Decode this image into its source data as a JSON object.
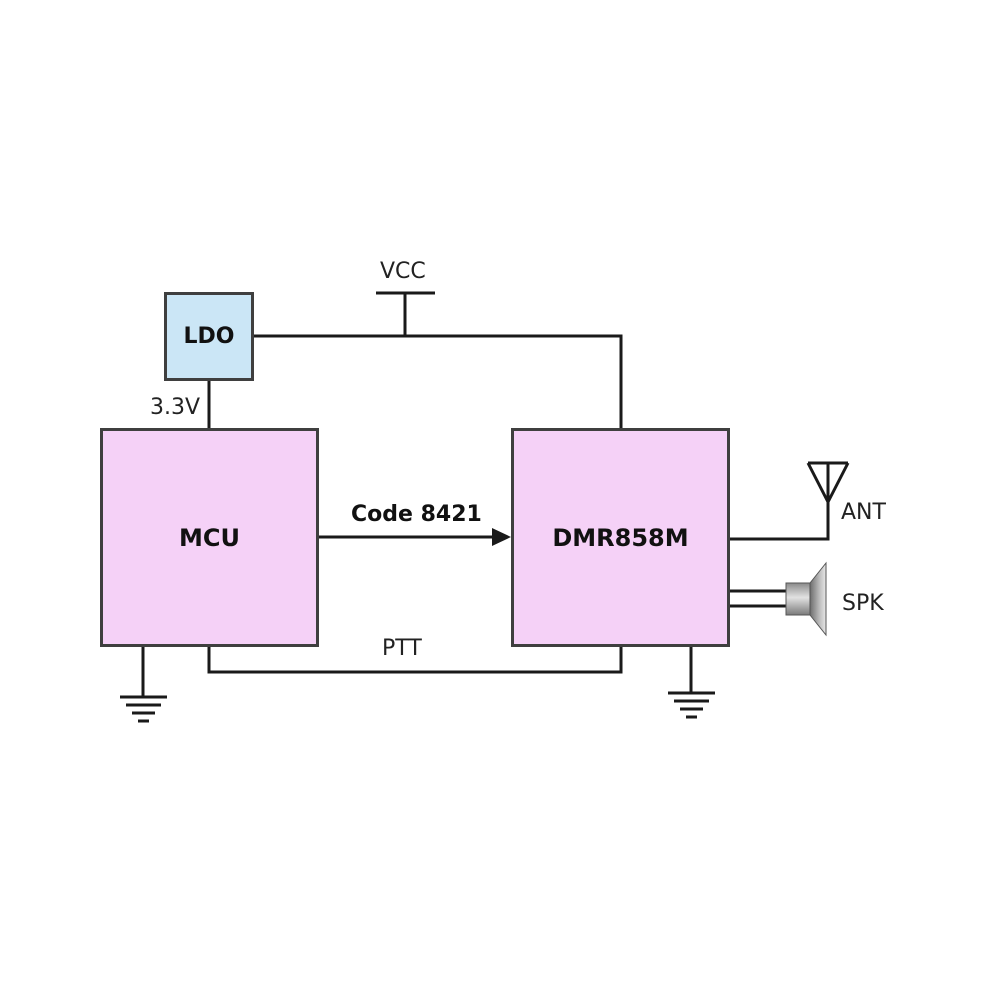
{
  "blocks": {
    "ldo": "LDO",
    "mcu": "MCU",
    "dmr": "DMR858M"
  },
  "labels": {
    "vcc": "VCC",
    "v33": "3.3V",
    "code": "Code 8421",
    "ptt": "PTT",
    "ant": "ANT",
    "spk": "SPK"
  },
  "colors": {
    "ldo_fill": "#cbe6f6",
    "block_fill": "#f5d1f7",
    "line": "#1a1a1a"
  }
}
